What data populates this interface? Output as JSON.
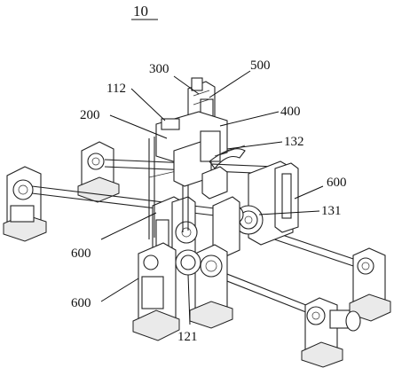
{
  "figure": {
    "title": "10",
    "labels": {
      "l300": "300",
      "l500": "500",
      "l112": "112",
      "l200": "200",
      "l400": "400",
      "l132": "132",
      "l600_right": "600",
      "l131": "131",
      "l600_left": "600",
      "l600_bottom": "600",
      "l121": "121"
    }
  }
}
